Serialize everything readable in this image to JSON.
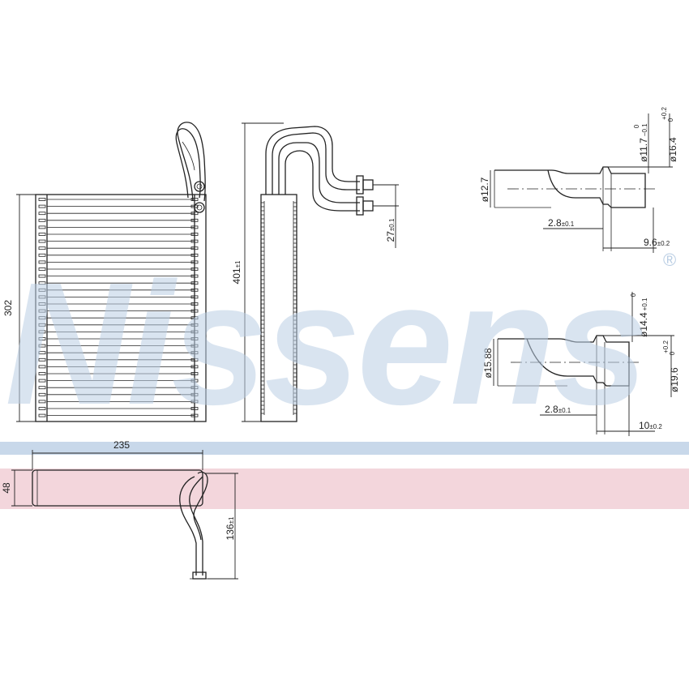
{
  "watermark": {
    "brand": "Nissens",
    "mark": "®",
    "color": "#b9cde3",
    "band_top_color": "#c8d8ea",
    "band_bottom_color": "#f3d6dc"
  },
  "dimensions": {
    "core_height": "302",
    "overall_height": "401",
    "overall_height_tol": "±1",
    "pipe_spacing": "27",
    "pipe_spacing_tol": "±0.1",
    "core_width": "235",
    "depth": "48",
    "pipe_length": "136",
    "pipe_length_tol": "±1"
  },
  "fitting_top": {
    "outer_dia": "ø12.7",
    "inner_dia": "ø11.7",
    "inner_tol_top": "0",
    "inner_tol_bottom": "−0.1",
    "flange_dia": "ø16.4",
    "flange_tol_top": "+0.2",
    "flange_tol_bottom": "0",
    "wall": "2.8",
    "wall_tol": "±0.1",
    "length": "9.6",
    "length_tol": "±0.2"
  },
  "fitting_bottom": {
    "outer_dia": "ø15.88",
    "inner_dia": "ø14.4",
    "inner_tol_top": "0",
    "inner_tol_bottom": "+0.1",
    "flange_dia": "ø19.6",
    "flange_tol_top": "+0.2",
    "flange_tol_bottom": "0",
    "wall": "2.8",
    "wall_tol": "±0.1",
    "length": "10",
    "length_tol": "±0.2"
  }
}
